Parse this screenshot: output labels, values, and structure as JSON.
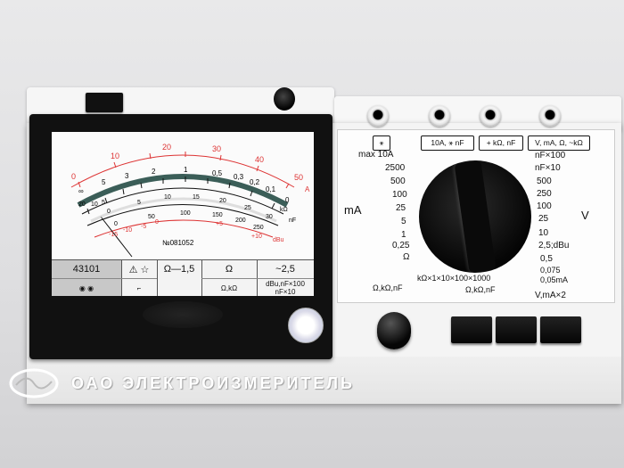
{
  "meter": {
    "model": "43101",
    "serial": "№081052",
    "strip": {
      "ohm_range": "Ω—1,5",
      "ohm": "Ω",
      "ohm_k": "Ω,kΩ",
      "ac": "~2,5",
      "dbu": "dBu,nF×100",
      "nf10": "nF×10"
    },
    "scale_red_top": [
      "0",
      "10",
      "20",
      "30",
      "40",
      "50"
    ],
    "scale_black_top": [
      "∞",
      "5",
      "3",
      "2",
      "1",
      "0,5",
      "0,3",
      "0,2",
      "0,1",
      "0"
    ],
    "scale_black_mid": [
      "0",
      "5",
      "10",
      "15",
      "20",
      "25",
      "30"
    ],
    "scale_black_low": [
      "20",
      "10",
      "5",
      "0",
      "50",
      "100",
      "150",
      "200",
      "250"
    ],
    "scale_red_low": [
      "-15",
      "-10",
      "-5",
      "0",
      "+5",
      "+10"
    ],
    "unit_a": "A",
    "unit_kohm": "kΩ",
    "unit_nf": "nF",
    "unit_dbu": "dBu"
  },
  "jacks": {
    "labels": [
      "⚹",
      "10A, ⚹ nF",
      "+ kΩ, nF",
      "V, mA, Ω, ~kΩ"
    ]
  },
  "selector": {
    "ma_label": "mA",
    "v_label": "V",
    "left_ranges": [
      "max 10A",
      "2500",
      "500",
      "100",
      "25",
      "5",
      "1",
      "0,25",
      "Ω"
    ],
    "right_ranges": [
      "nF×100",
      "nF×10",
      "500",
      "250",
      "100",
      "25",
      "10",
      "2,5;dBu",
      "0,5",
      "0,075",
      "0,05mA"
    ],
    "bottom_range": "kΩ×1×10×100×1000"
  },
  "bottom_labels": {
    "knob": "Ω,kΩ,nF",
    "mid": "Ω,kΩ,nF",
    "vma": "V,mA×2"
  },
  "footer": {
    "company": "ОАО  ЭЛЕКТРОИЗМЕРИТЕЛЬ"
  }
}
